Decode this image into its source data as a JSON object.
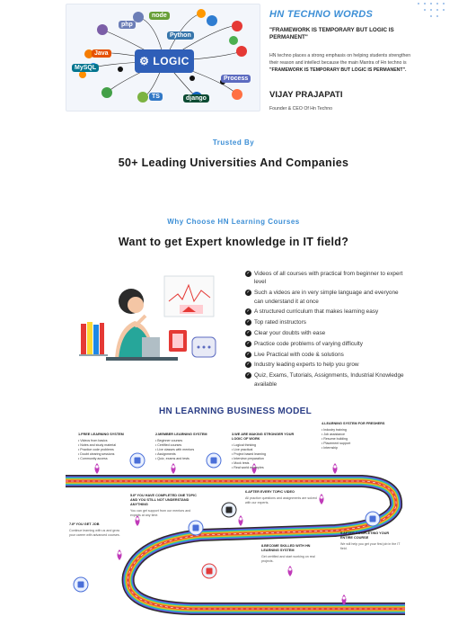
{
  "hero": {
    "title": "HN TECHNO WORDS",
    "quote": "\"FRAMEWORK IS TEMPORARY BUT LOGIC IS PERMANENT\"",
    "body_prefix": "HN techno places a strong emphasis on helping students strengthen their reason and intellect because the main Mantra of Hn techno is ",
    "body_quote": "\"FRAMEWORK IS TEMPORARY BUT LOGIC IS PERMANENT\".",
    "name": "VIJAY PRAJAPATI",
    "role": "Founder & CEO Of Hn Techno",
    "logic_label": "LOGIC",
    "langs": [
      "php",
      "node",
      "Java",
      "MySQL",
      "TS",
      "django",
      "Python",
      "Process"
    ]
  },
  "trusted": {
    "kicker": "Trusted By",
    "title": "50+ Leading Universities And Companies"
  },
  "why": {
    "kicker": "Why Choose HN Learning Courses",
    "title": "Want to get Expert knowledge in IT field?",
    "features": [
      "Videos of all courses with practical from beginner to expert level",
      "Such a videos are in very simple language and everyone can understand it at once",
      "A structured curriculum that makes learning easy",
      "Top rated instructors",
      "Clear your doubts with ease",
      "Practice code problems of varying difficulty",
      "Live Practical with code & solutions",
      "Industry leading experts to help you grow",
      "Quiz, Exams, Tutorials, Assignments, Industrial Knowledge available"
    ]
  },
  "business_model": {
    "title": "HN LEARNING BUSINESS MODEL",
    "colors": {
      "road": "#2e2e2e",
      "stripe1": "#7b3fe4",
      "stripe2": "#29a8e0",
      "stripe3": "#3cc48a",
      "stripe4": "#f5c518",
      "stripe5": "#f07e26",
      "stripe6": "#e23b3b",
      "pin": "#c03ab9"
    },
    "steps": [
      {
        "heading": "1.Free Learning System",
        "lines": [
          "Videos from basics",
          "Notes and study material",
          "Practice code problems",
          "Doubt clearing sessions",
          "Community access"
        ]
      },
      {
        "heading": "2.Member Learning System",
        "lines": [
          "Beginner courses",
          "Certified courses",
          "Live classes with mentors",
          "Assignments",
          "Quiz, exams and tests"
        ]
      },
      {
        "heading": "3.We Are Making Stronger Your Logic Of Work",
        "lines": [
          "Logical thinking",
          "Live practical",
          "Project based learning",
          "Interview preparation",
          "Mock tests",
          "Real world examples"
        ]
      },
      {
        "heading": "4.Learning System For Freshers",
        "lines": [
          "Industry training",
          "Job assistance",
          "Resume building",
          "Placement support",
          "Internship"
        ]
      },
      {
        "heading": "5.If You Have Completed One Topic And You Still Not Understand Anything",
        "lines": [
          "You can get support from our mentors and experts at any time."
        ]
      },
      {
        "heading": "6.After Every Topic Video",
        "lines": [
          "All practice questions and assignments are solved with our experts."
        ]
      },
      {
        "heading": "7.If You Get Job",
        "lines": [
          "Continue learning with us and grow your career with advanced courses."
        ]
      },
      {
        "heading": "8.Become Skilled With Hn Learning System",
        "lines": [
          "Get certified and start working on real projects."
        ]
      },
      {
        "heading": "9.After Completing Your Entire Course",
        "lines": [
          "We will help you get your first job in the IT field."
        ]
      }
    ]
  }
}
